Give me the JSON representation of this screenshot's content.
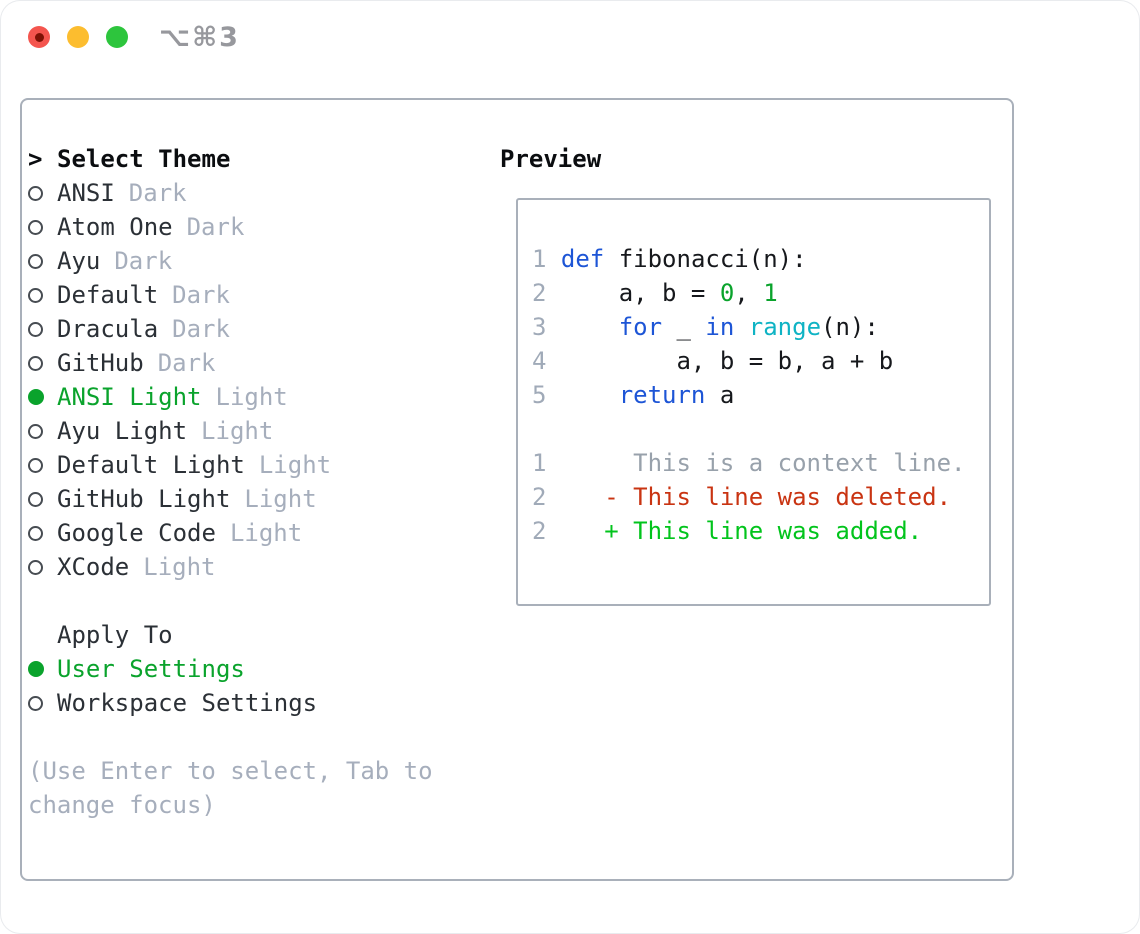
{
  "window": {
    "title": "⌥⌘3"
  },
  "theme_picker": {
    "prompt": ">",
    "header": "Select Theme",
    "themes": [
      {
        "name": "ANSI",
        "variant": "Dark",
        "selected": false
      },
      {
        "name": "Atom One",
        "variant": "Dark",
        "selected": false
      },
      {
        "name": "Ayu",
        "variant": "Dark",
        "selected": false
      },
      {
        "name": "Default",
        "variant": "Dark",
        "selected": false
      },
      {
        "name": "Dracula",
        "variant": "Dark",
        "selected": false
      },
      {
        "name": "GitHub",
        "variant": "Dark",
        "selected": false
      },
      {
        "name": "ANSI Light",
        "variant": "Light",
        "selected": true
      },
      {
        "name": "Ayu Light",
        "variant": "Light",
        "selected": false
      },
      {
        "name": "Default Light",
        "variant": "Light",
        "selected": false
      },
      {
        "name": "GitHub Light",
        "variant": "Light",
        "selected": false
      },
      {
        "name": "Google Code",
        "variant": "Light",
        "selected": false
      },
      {
        "name": "XCode",
        "variant": "Light",
        "selected": false
      }
    ],
    "apply_to": {
      "header": "Apply To",
      "options": [
        {
          "label": "User Settings",
          "selected": true
        },
        {
          "label": "Workspace Settings",
          "selected": false
        }
      ]
    },
    "hint_lines": [
      "(Use Enter to select, Tab to",
      "change focus)"
    ]
  },
  "preview": {
    "header": "Preview",
    "code_lines": [
      {
        "no": "1",
        "tokens": [
          {
            "t": "def"
          },
          {
            "t": " fibonacci(n):"
          }
        ]
      },
      {
        "no": "2",
        "tokens": [
          {
            "t": "    a, b = "
          },
          {
            "t": "0"
          },
          {
            "t": ", "
          },
          {
            "t": "1"
          }
        ]
      },
      {
        "no": "3",
        "tokens": [
          {
            "t": "    "
          },
          {
            "t": "for"
          },
          {
            "t": " _ "
          },
          {
            "t": "in"
          },
          {
            "t": " "
          },
          {
            "t": "range"
          },
          {
            "t": "(n):"
          }
        ]
      },
      {
        "no": "4",
        "tokens": [
          {
            "t": "        a, b = b, a + b"
          }
        ]
      },
      {
        "no": "5",
        "tokens": [
          {
            "t": "    "
          },
          {
            "t": "return"
          },
          {
            "t": " a"
          }
        ]
      }
    ],
    "diff_lines": [
      {
        "no": "1",
        "text": "     This is a context line."
      },
      {
        "no": "2",
        "text": "   - This line was deleted."
      },
      {
        "no": "2",
        "text": "   + This line was added."
      }
    ]
  },
  "colors": {
    "selection_green": "#0aa32c",
    "added_green": "#02c41c",
    "deleted_red": "#c93412",
    "keyword_blue": "#1d55d6",
    "builtin_cyan": "#0fb3c4",
    "muted_gray": "#a6aebc",
    "border_gray": "#a9b0ba"
  }
}
